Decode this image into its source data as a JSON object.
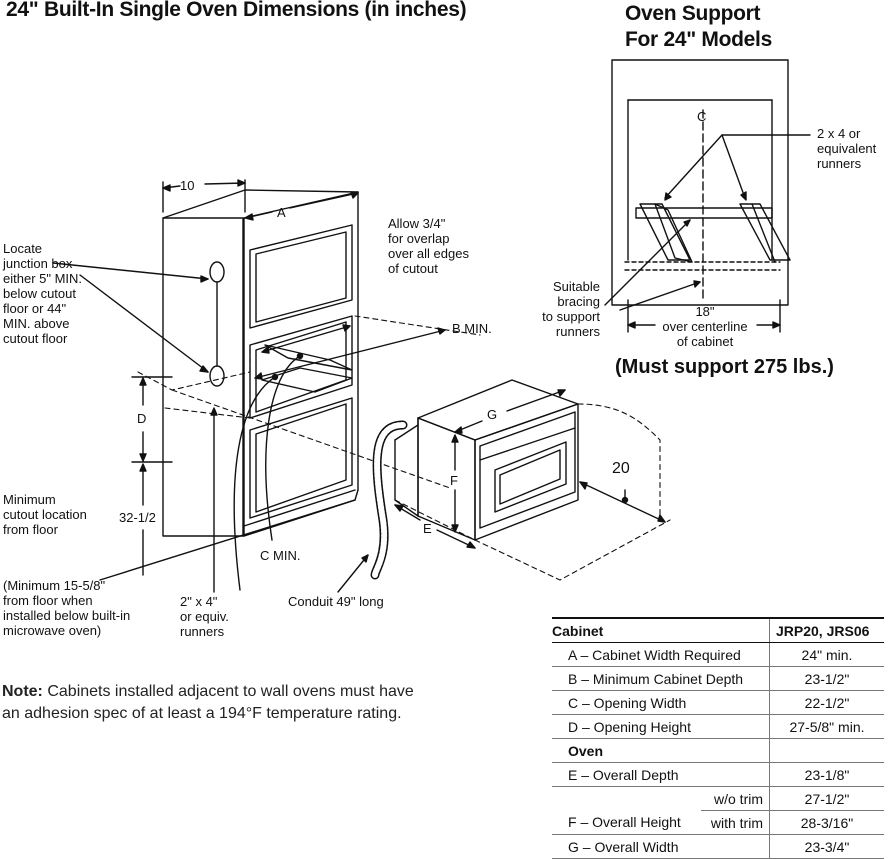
{
  "title": "24\" Built-In Single Oven Dimensions (in inches)",
  "support_title_line1": "Oven Support",
  "support_title_line2": "For 24\" Models",
  "labels": {
    "dim_10": "10",
    "dim_A": "A",
    "dim_B": "B MIN.",
    "dim_C": "C MIN.",
    "dim_D": "D",
    "dim_E": "E",
    "dim_F": "F",
    "dim_G": "G",
    "dim_20": "20",
    "dim_32": "32-1/2",
    "allow": [
      "Allow 3/4\"",
      "for overlap",
      "over all edges",
      "of cutout"
    ],
    "junction": [
      "Locate",
      "junction box",
      "either 5\" MIN.",
      "below cutout",
      "floor or 44\"",
      "MIN. above",
      "cutout floor"
    ],
    "min_cutout": [
      "Minimum",
      "cutout location",
      "from floor"
    ],
    "min_158": [
      "(Minimum 15-5/8\"",
      "from floor when",
      "installed below built-in",
      "microwave oven)"
    ],
    "runners": [
      "2\" x 4\"",
      "or equiv.",
      "runners"
    ],
    "conduit": "Conduit 49\" long",
    "cl": "C",
    "runners_2x4": [
      "2 x 4 or",
      "equivalent",
      "runners"
    ],
    "bracing": [
      "Suitable",
      "bracing",
      "to support",
      "runners"
    ],
    "over_cl": [
      "18\"",
      "over centerline",
      "of cabinet"
    ]
  },
  "must_support": "(Must support 275 lbs.)",
  "note_label": "Note:",
  "note_text_1": " Cabinets installed adjacent to wall ovens must have",
  "note_text_2": "an adhesion spec of at least a 194°F temperature rating.",
  "table": {
    "header": [
      "Cabinet",
      "JRP20, JRS06"
    ],
    "cabinet_rows": [
      {
        "label": "A – Cabinet Width Required",
        "value": "24\" min."
      },
      {
        "label": "B – Minimum Cabinet Depth",
        "value": "23-1/2\""
      },
      {
        "label": "C – Opening Width",
        "value": "22-1/2\""
      },
      {
        "label": "D – Opening Height",
        "value": "27-5/8\" min."
      }
    ],
    "oven_header": "Oven",
    "e_row": {
      "label": "E – Overall Depth",
      "value": "23-1/8\""
    },
    "f_label": "F – Overall Height",
    "f_wo_label": "w/o trim",
    "f_wo_value": "27-1/2\"",
    "f_with_label": "with trim",
    "f_with_value": "28-3/16\"",
    "g_row": {
      "label": "G – Overall Width",
      "value": "23-3/4\""
    }
  }
}
